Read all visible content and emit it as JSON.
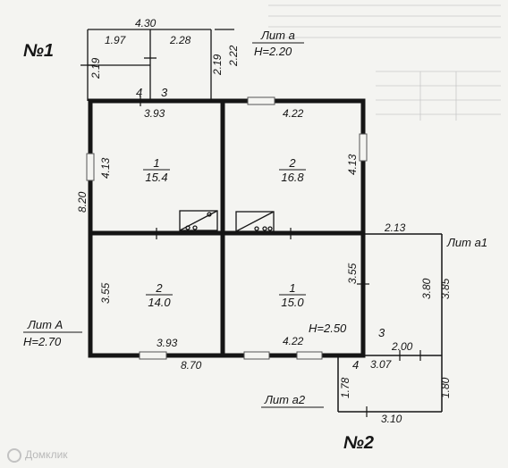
{
  "marks": {
    "n1": "№1",
    "n2": "№2"
  },
  "lit": {
    "a_title": "Лит а",
    "a_h": "H=2.20",
    "A_title": "Лит А",
    "A_h": "H=2.70",
    "a1_title": "Лит а1",
    "a2_title": "Лит а2",
    "h_room": "H=2.50"
  },
  "rooms": {
    "r1_top_num": "1",
    "r1_top_area": "15.4",
    "r2_top_num": "2",
    "r2_top_area": "16.8",
    "r2_bot_num": "2",
    "r2_bot_area": "14.0",
    "r1_bot_num": "1",
    "r1_bot_area": "15.0",
    "v4": "4",
    "v3": "3",
    "a1_3": "3",
    "a2_4": "4"
  },
  "dims": {
    "d430": "4.30",
    "d197": "1.97",
    "d228": "2.28",
    "d219a": "2.19",
    "d219b": "2.19",
    "d222": "2.22",
    "d393t": "3.93",
    "d422t": "4.22",
    "d413l": "4.13",
    "d413r": "4.13",
    "d820": "8.20",
    "d213": "2.13",
    "d355l": "3.55",
    "d355r": "3.55",
    "d380": "3.80",
    "d385": "3.85",
    "d393b": "3.93",
    "d422b": "4.22",
    "d870": "8.70",
    "d200": "2.00",
    "d307": "3.07",
    "d178": "1.78",
    "d180": "1.80",
    "d310": "3.10"
  },
  "watermark": "Домклик",
  "colors": {
    "ink": "#151515",
    "paper": "#f4f4f1",
    "window": "#8f8f8f"
  }
}
